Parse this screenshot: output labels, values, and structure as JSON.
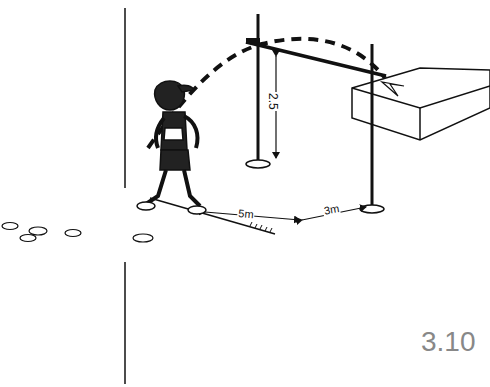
{
  "diagram": {
    "labels": [
      "2.5",
      "5m",
      "3m",
      "3.10"
    ]
  }
}
